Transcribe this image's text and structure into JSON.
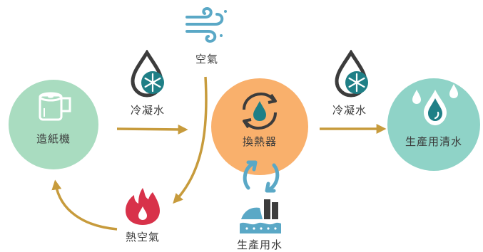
{
  "nodes": {
    "paper_machine": {
      "label": "造紙機",
      "color": "#a9dcc0"
    },
    "heat_exchanger": {
      "label": "換熱器",
      "color": "#f9b06c"
    },
    "clean_water": {
      "label": "生產用清水",
      "color": "#8fd3c7"
    }
  },
  "labels": {
    "air": "空氣",
    "condensate_left": "冷凝水",
    "condensate_right": "冷凝水",
    "hot_air": "熱空氣",
    "process_water": "生產用水"
  },
  "colors": {
    "arrow": "#c79b3c",
    "icon_dark": "#3c3c3c",
    "icon_teal": "#1f7f86",
    "fire": "#d8324a",
    "swirl": "#5aa8c6"
  },
  "icons": {
    "paper_roll": "paper-roll-icon",
    "wind": "wind-icon",
    "drop_snowflake_left": "water-drop-snowflake-icon",
    "drop_snowflake_right": "water-drop-snowflake-icon",
    "recycle_drop": "recycle-drop-icon",
    "water_drops": "water-drops-icon",
    "fire": "fire-icon",
    "exchange_arrows": "exchange-arrows-icon",
    "factory_water": "factory-water-icon"
  }
}
